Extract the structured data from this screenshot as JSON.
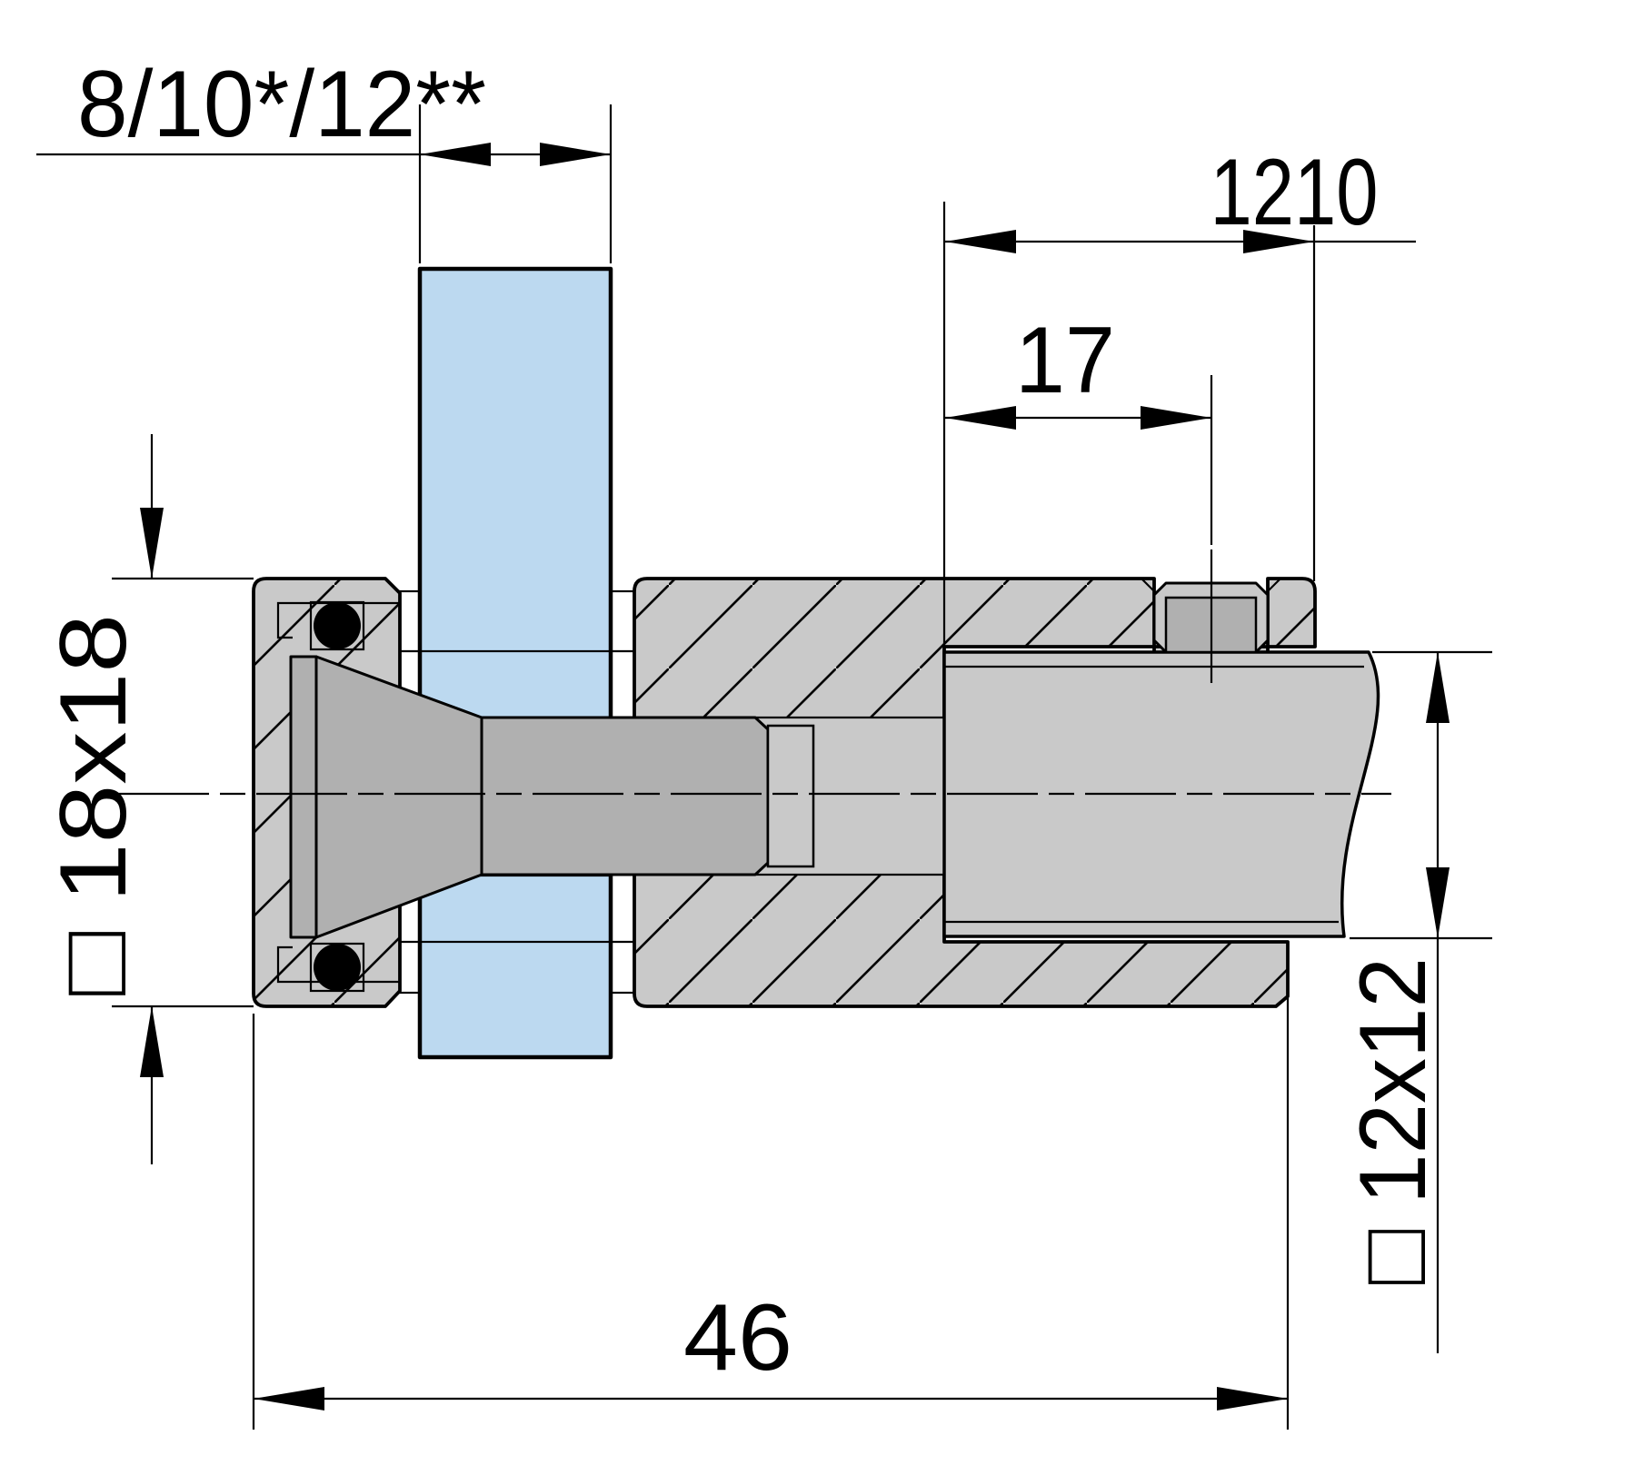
{
  "labels": {
    "glass_thickness": "8/10*/12**",
    "model": "1210",
    "set_screw_offset": "17",
    "cap_size": "□ 18x18",
    "tube_size": "□ 12x12",
    "overall_depth": "46"
  },
  "colors": {
    "background": "#ffffff",
    "glass": "#bcd9f0",
    "metal-light": "#c9c9c9",
    "metal-mid": "#b0b0b0",
    "line": "#000000"
  }
}
